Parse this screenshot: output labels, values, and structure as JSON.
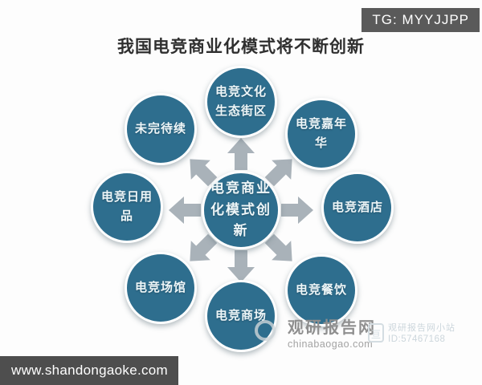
{
  "badge": {
    "text": "TG: MYYJJPP"
  },
  "title": "我国电竞商业化模式将不断创新",
  "diagram": {
    "center": {
      "label": "电竞商业化模式创新"
    },
    "nodes": [
      {
        "position": "top",
        "label": "电竞文化生态街区"
      },
      {
        "position": "top-right",
        "label": "电竞嘉年华"
      },
      {
        "position": "right",
        "label": "电竞酒店"
      },
      {
        "position": "bottom-right",
        "label": "电竞餐饮"
      },
      {
        "position": "bottom",
        "label": "电竞商场"
      },
      {
        "position": "bottom-left",
        "label": "电竞场馆"
      },
      {
        "position": "left",
        "label": "电竞日用品"
      },
      {
        "position": "top-left",
        "label": "未完待续"
      }
    ],
    "colors": {
      "node_fill": "#2e6e8e",
      "arrow": "#a9b2b9",
      "node_text": "#eef6f8"
    }
  },
  "watermark": {
    "site_name": "观研报告网",
    "site_url": "chinabaogao.com",
    "station_icon_glyph": "亘",
    "station_name": "观研报告网小站",
    "station_id": "ID:57467168"
  },
  "footer": {
    "url": "www.shandongaoke.com"
  }
}
